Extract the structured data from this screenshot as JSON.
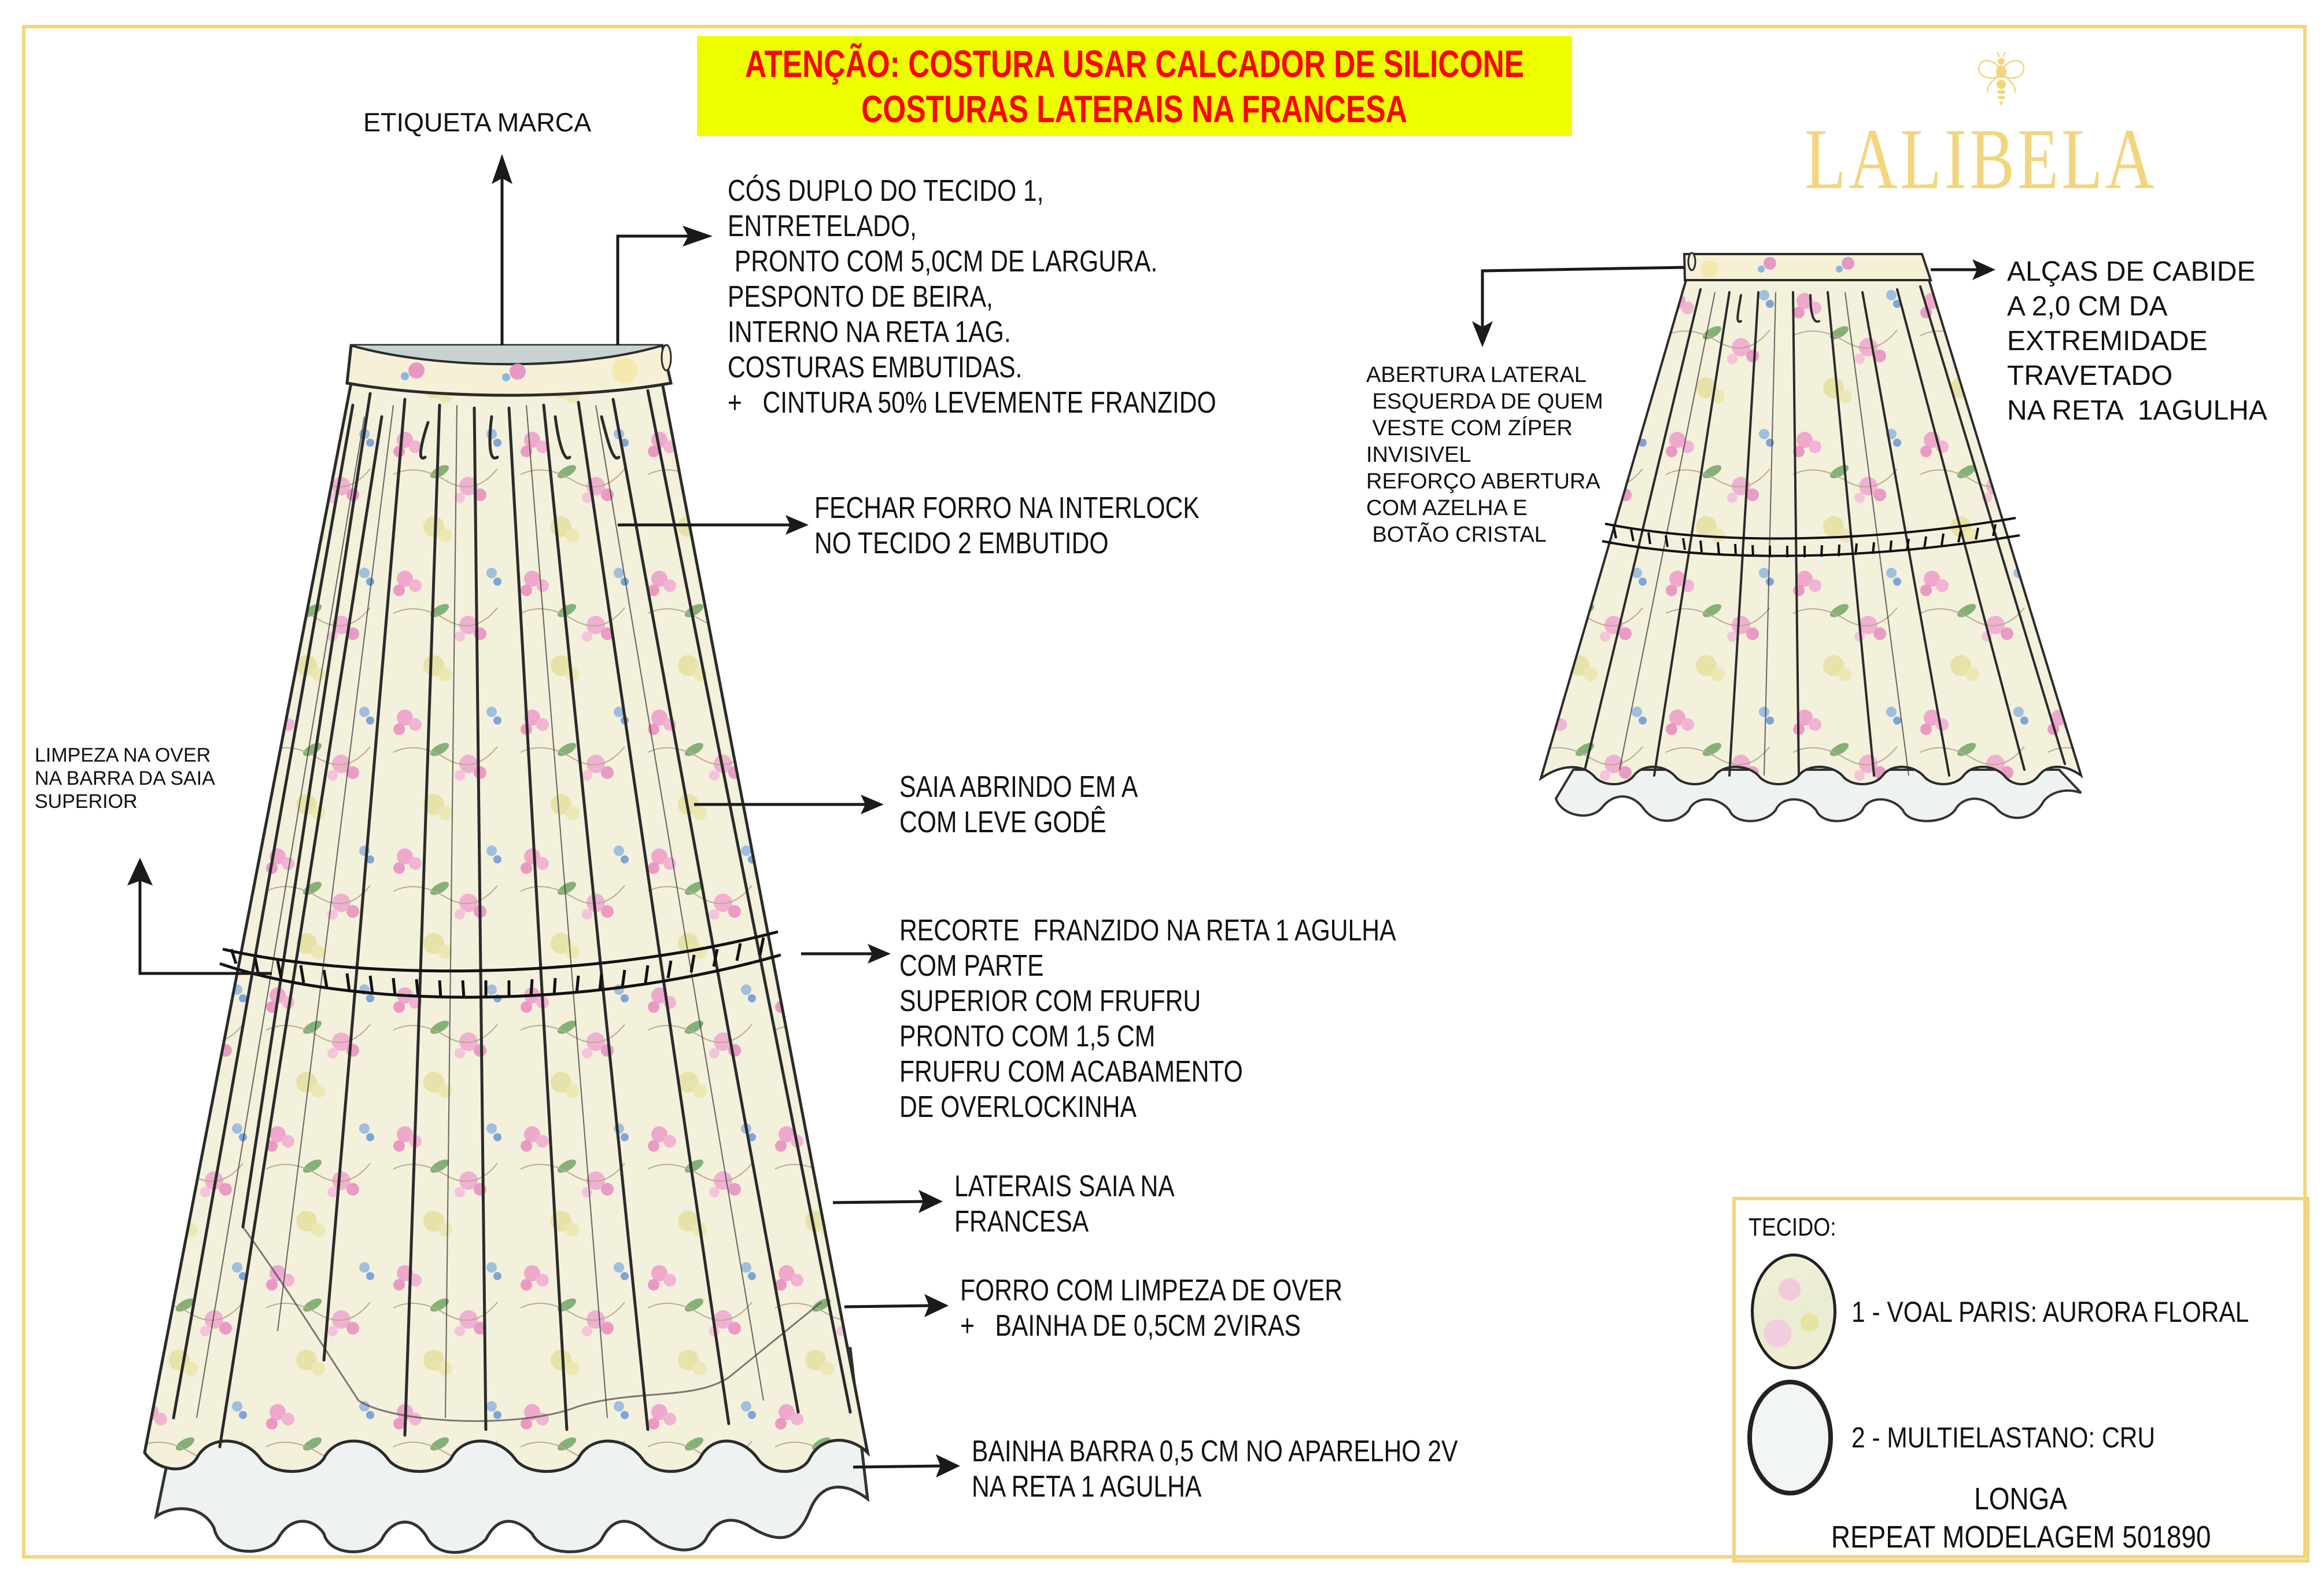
{
  "banner": {
    "line1": "ATENÇÃO: COSTURA USAR CALCADOR DE SILICONE",
    "line2": "COSTURAS LATERAIS NA FRANCESA",
    "background": "#eeff00",
    "text_color": "#ff0000"
  },
  "brand": {
    "name": "LALIBELA",
    "logo_icon": "bee-icon",
    "color": "#f2d67e"
  },
  "front_annotations": {
    "label_tag": [
      "ETIQUETA MARCA"
    ],
    "waistband": [
      "CÓS DUPLO DO TECIDO 1,",
      "ENTRETELADO,",
      " PRONTO COM 5,0CM DE LARGURA.",
      "PESPONTO DE BEIRA,",
      "INTERNO NA RETA 1AG.",
      "COSTURAS EMBUTIDAS.",
      "+   CINTURA 50% LEVEMENTE FRANZIDO"
    ],
    "lining_close": [
      "FECHAR FORRO NA INTERLOCK",
      "NO TECIDO 2 EMBUTIDO"
    ],
    "a_line": [
      "SAIA ABRINDO EM A",
      "COM LEVE GODÊ"
    ],
    "ruffle_seam": [
      "RECORTE  FRANZIDO NA RETA 1 AGULHA",
      "COM PARTE",
      "SUPERIOR COM FRUFRU",
      "PRONTO COM 1,5 CM",
      "FRUFRU COM ACABAMENTO",
      "DE OVERLOCKINHA"
    ],
    "side_seams": [
      "LATERAIS SAIA NA",
      "FRANCESA"
    ],
    "lining_hem": [
      "FORRO COM LIMPEZA DE OVER",
      "+   BAINHA DE 0,5CM 2VIRAS"
    ],
    "hem": [
      "BAINHA BARRA 0,5 CM NO APARELHO 2V",
      "NA RETA 1 AGULHA"
    ],
    "upper_hem_clean": [
      "LIMPEZA NA OVER",
      "NA BARRA DA SAIA",
      "SUPERIOR"
    ]
  },
  "back_annotations": {
    "side_opening": [
      "ABERTURA LATERAL",
      " ESQUERDA DE QUEM",
      " VESTE COM ZÍPER",
      "INVISIVEL",
      "REFORÇO ABERTURA",
      "COM AZELHA E",
      " BOTÃO CRISTAL"
    ],
    "hanger_loops": [
      "ALÇAS DE CABIDE",
      "A 2,0 CM DA",
      "EXTREMIDADE",
      "TRAVETADO",
      "NA RETA  1AGULHA"
    ]
  },
  "fabric": {
    "title": "TECIDO:",
    "items": [
      {
        "label": "1 - VOAL PARIS:  AURORA FLORAL",
        "swatch": "floral-print"
      },
      {
        "label": "2 -  MULTIELASTANO: CRU",
        "swatch": "#f1f5f4"
      }
    ],
    "length": "LONGA",
    "pattern_ref": "REPEAT MODELAGEM 501890"
  },
  "colors": {
    "frame": "#f2d67e",
    "print_base": "#f3f0dc",
    "lining": "#eef2f1",
    "outline": "#2b2b2b"
  }
}
